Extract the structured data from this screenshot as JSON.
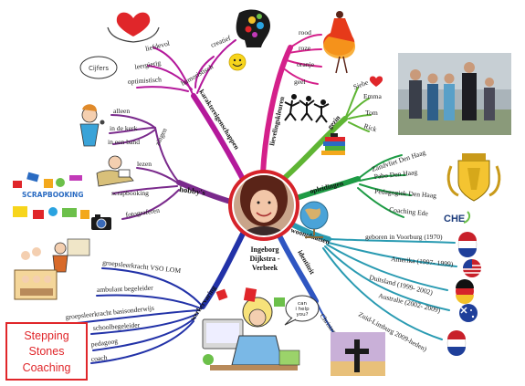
{
  "center": {
    "name_lines": [
      "Ingeborg",
      "Dijkstra -",
      "Verbeek"
    ]
  },
  "branches": {
    "karakter": {
      "title": "karaktereigenschappen",
      "color": "#b4199b",
      "items": [
        "liefdevol",
        "creatief",
        "leergierig",
        "humoristisch",
        "optimistisch"
      ]
    },
    "kleuren": {
      "title": "lievelingskleuren",
      "color": "#d4208a",
      "items": [
        "rood",
        "roze",
        "oranje",
        "geel"
      ]
    },
    "gezin": {
      "title": "gezin",
      "color": "#5fb534",
      "items": [
        "Siebe",
        "Emma",
        "Tom",
        "Rick"
      ]
    },
    "opleidingen": {
      "title": "opleidingen",
      "color": "#1e9b45",
      "items": [
        "Zandvliet Den Haag",
        "Pabo Den Haag",
        "Pedagogiek Den Haag",
        "Coaching Ede"
      ]
    },
    "woonplaatsen": {
      "title": "woonplaatsen",
      "color": "#2a9bb2",
      "items": [
        "geboren in Voorburg (1970)",
        "Amerika (1997- 1999)",
        "Duitsland (1999- 2002)",
        "Australie (2002- 2009)",
        "Zuid-Limburg 2009-heden)"
      ]
    },
    "identiteit": {
      "title": "identiteit",
      "color": "#2f56c2",
      "items": [
        "Christen"
      ]
    },
    "werkervaring": {
      "title": "werkervaring",
      "color": "#2232a8",
      "items": [
        "groepsleerkracht VSO LOM",
        "ambulant begeleider",
        "groepsleerkracht basisonderwijs",
        "schoolbegeleider",
        "pedagoog",
        "coach"
      ]
    },
    "hobbys": {
      "title": "hobby's",
      "color": "#7a2a8c",
      "zingen": "zingen",
      "zingen_items": [
        "alleen",
        "in de kerk",
        "in een band"
      ],
      "items": [
        "lezen",
        "scrapbooking",
        "fotograferen"
      ]
    }
  },
  "decor": {
    "cijfers_text": "Cijfers",
    "scrapbooking_text": "SCRAPBOOKING",
    "che_text": "CHE",
    "speech_text": [
      "can",
      "i help",
      "you?"
    ],
    "stamp_lines": [
      "Stepping",
      "Stones",
      "Coaching"
    ]
  },
  "colors": {
    "center_ring": "#d6232a"
  }
}
